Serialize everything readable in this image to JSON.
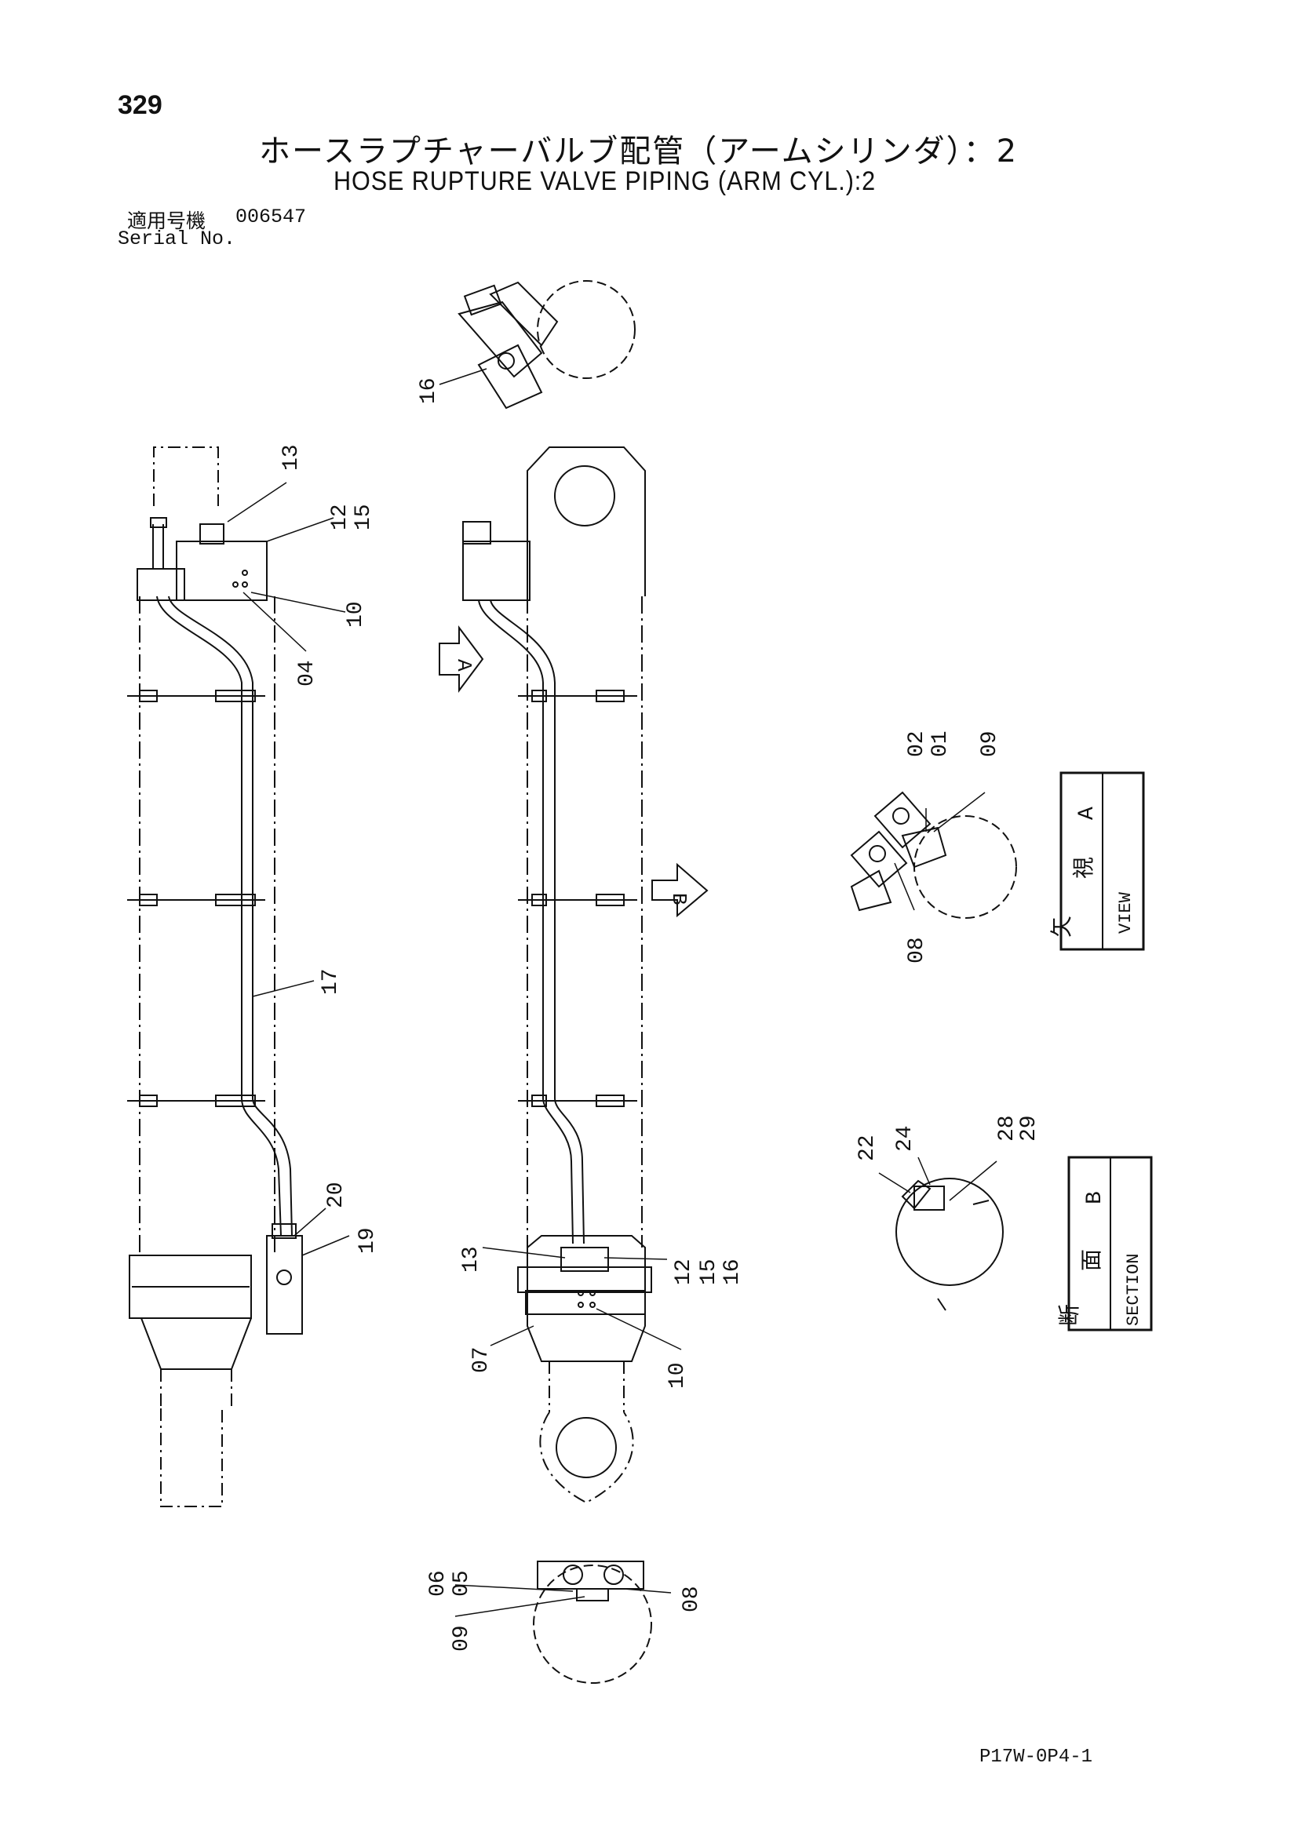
{
  "header": {
    "page_number": "329",
    "title_jp": "ホースラプチャーバルブ配管（アームシリンダ）：2",
    "title_en": "HOSE RUPTURE VALVE PIPING (ARM CYL.):2",
    "serial_label_jp": "適用号機",
    "serial_number": "006547",
    "serial_label_en": "Serial No."
  },
  "views": {
    "view_a": {
      "jp_1": "矢",
      "jp_2": "視",
      "letter": "A",
      "en": "VIEW"
    },
    "section_b": {
      "jp_1": "断",
      "jp_2": "面",
      "letter": "B",
      "en": "SECTION"
    }
  },
  "arrows": {
    "a": "A",
    "b": "B"
  },
  "callouts": {
    "left_13": "13",
    "left_12": "12",
    "left_15": "15",
    "left_10": "10",
    "left_04": "04",
    "left_17": "17",
    "left_20": "20",
    "left_19": "19",
    "top_16": "16",
    "mid_13": "13",
    "mid_12": "12",
    "mid_15": "15",
    "mid_16": "16",
    "mid_07": "07",
    "mid_10": "10",
    "va_02": "02",
    "va_01": "01",
    "va_09": "09",
    "va_08": "08",
    "sb_22": "22",
    "sb_24": "24",
    "sb_28": "28",
    "sb_29": "29",
    "bot_06": "06",
    "bot_05": "05",
    "bot_09": "09",
    "bot_08": "08"
  },
  "footer": {
    "drawing_code": "P17W-0P4-1"
  }
}
